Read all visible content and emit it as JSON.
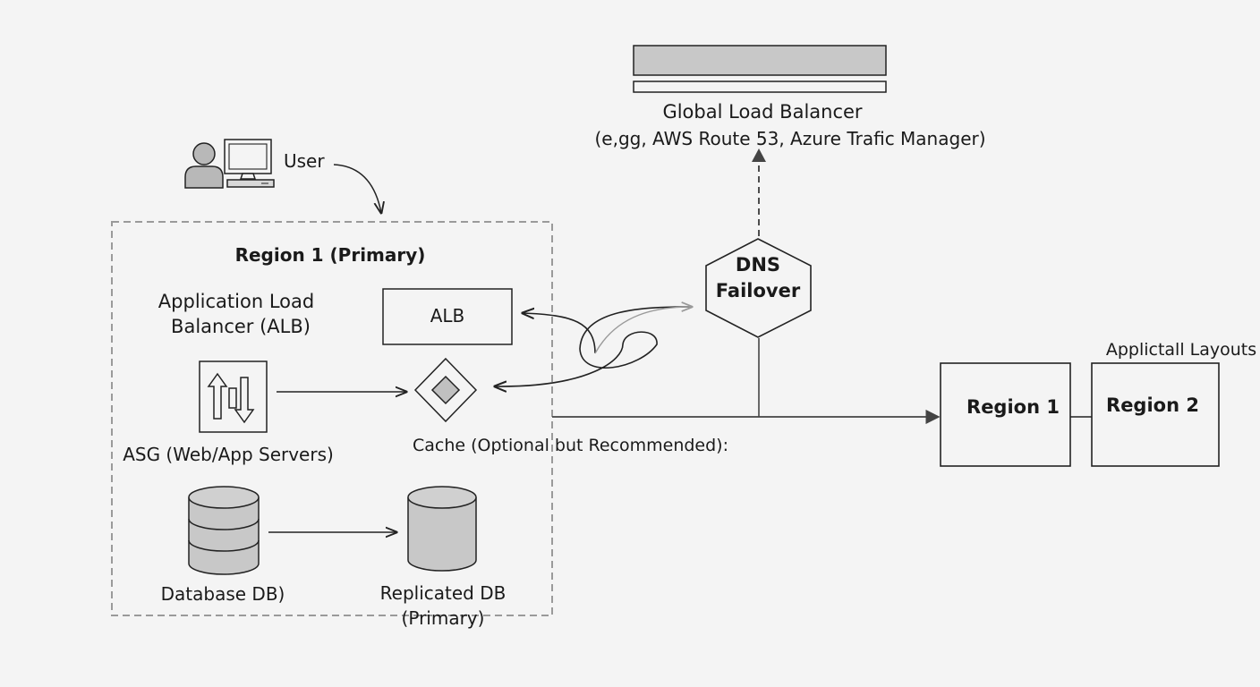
{
  "global_lb": {
    "title": "Global Load Balancer",
    "subtitle": "(e,gg, AWS Route 53, Azure Trafic Manager)"
  },
  "user": {
    "label": "User"
  },
  "region_primary": {
    "title": "Region 1 (Primary)",
    "alb_desc_line1": "Application Load",
    "alb_desc_line2": "Balancer (ALB)",
    "alb_box": "ALB",
    "asg_label": "ASG (Web/App Servers)",
    "cache_label": "Cache (Optional but Recommended):",
    "db_label": "Database DB)",
    "replicated_db_line1": "Replicated DB",
    "replicated_db_line2": "(Primary)"
  },
  "dns": {
    "line1": "DNS",
    "line2": "Failover"
  },
  "regions": {
    "header": "Applictall Layouts",
    "region1": "Region 1",
    "region2": "Region 2"
  },
  "colors": {
    "stroke": "#222222",
    "fill_gray": "#c8c8c8",
    "dashed_border": "#9a9a9a",
    "faint_arrow": "#9a9a9a"
  },
  "icons": {
    "user": "user-computer-icon",
    "asg": "autoscaling-arrows-icon",
    "cache": "diamond-cache-icon",
    "db": "database-stack-icon",
    "replicated_db": "database-cylinder-icon"
  }
}
